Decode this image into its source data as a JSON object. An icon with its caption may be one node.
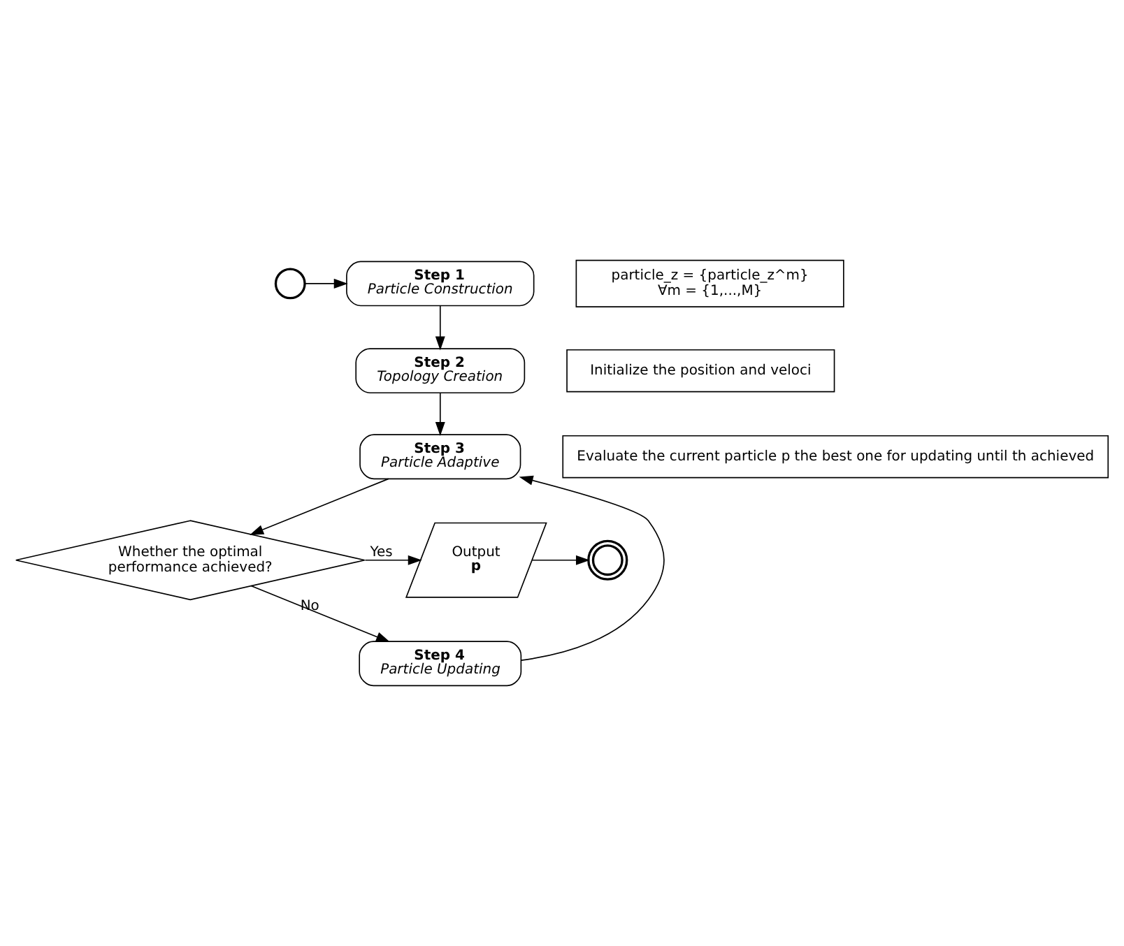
{
  "diagram": {
    "nodes": [
      {
        "text": [],
        "shape": "circle"
      },
      {
        "text": [
          "Step 1",
          "Particle Construction"
        ]
      },
      {
        "text": [
          "particle_z = {particle_z^m}",
          "∀m = {1,...,M}"
        ]
      },
      {
        "text": [
          "Step 2",
          "Topology Creation"
        ]
      },
      {
        "text": [
          "Initialize the position and veloci"
        ]
      },
      {
        "text": [
          "Step 3",
          "Particle Adaptive"
        ]
      },
      {
        "text": [
          "Evaluate the current particle p the best one for updating until th achieved"
        ]
      },
      {
        "text": [
          "Step 4",
          "Particle Updating"
        ]
      },
      {
        "text": [
          "Whether the optimal performance achieved?"
        ]
      },
      {
        "text": [
          "Output",
          "p"
        ]
      },
      {
        "text": [],
        "shape": "circle"
      }
    ],
    "edges": [
      {
        "from": 0,
        "to": 1,
        "arrow": "to"
      },
      {
        "from": 1,
        "to": 3,
        "arrow": "to"
      },
      {
        "from": 3,
        "to": 5,
        "arrow": "to"
      },
      {
        "from": 5,
        "to": 8,
        "arrow": "to"
      },
      {
        "from": 8,
        "to": 7,
        "arrow": "to",
        "label": "No"
      },
      {
        "from": 7,
        "to": 5,
        "arrow": "to"
      },
      {
        "from": 8,
        "to": 9,
        "arrow": "to",
        "label": "Yes"
      },
      {
        "from": 9,
        "to": 10,
        "arrow": "to"
      }
    ]
  }
}
